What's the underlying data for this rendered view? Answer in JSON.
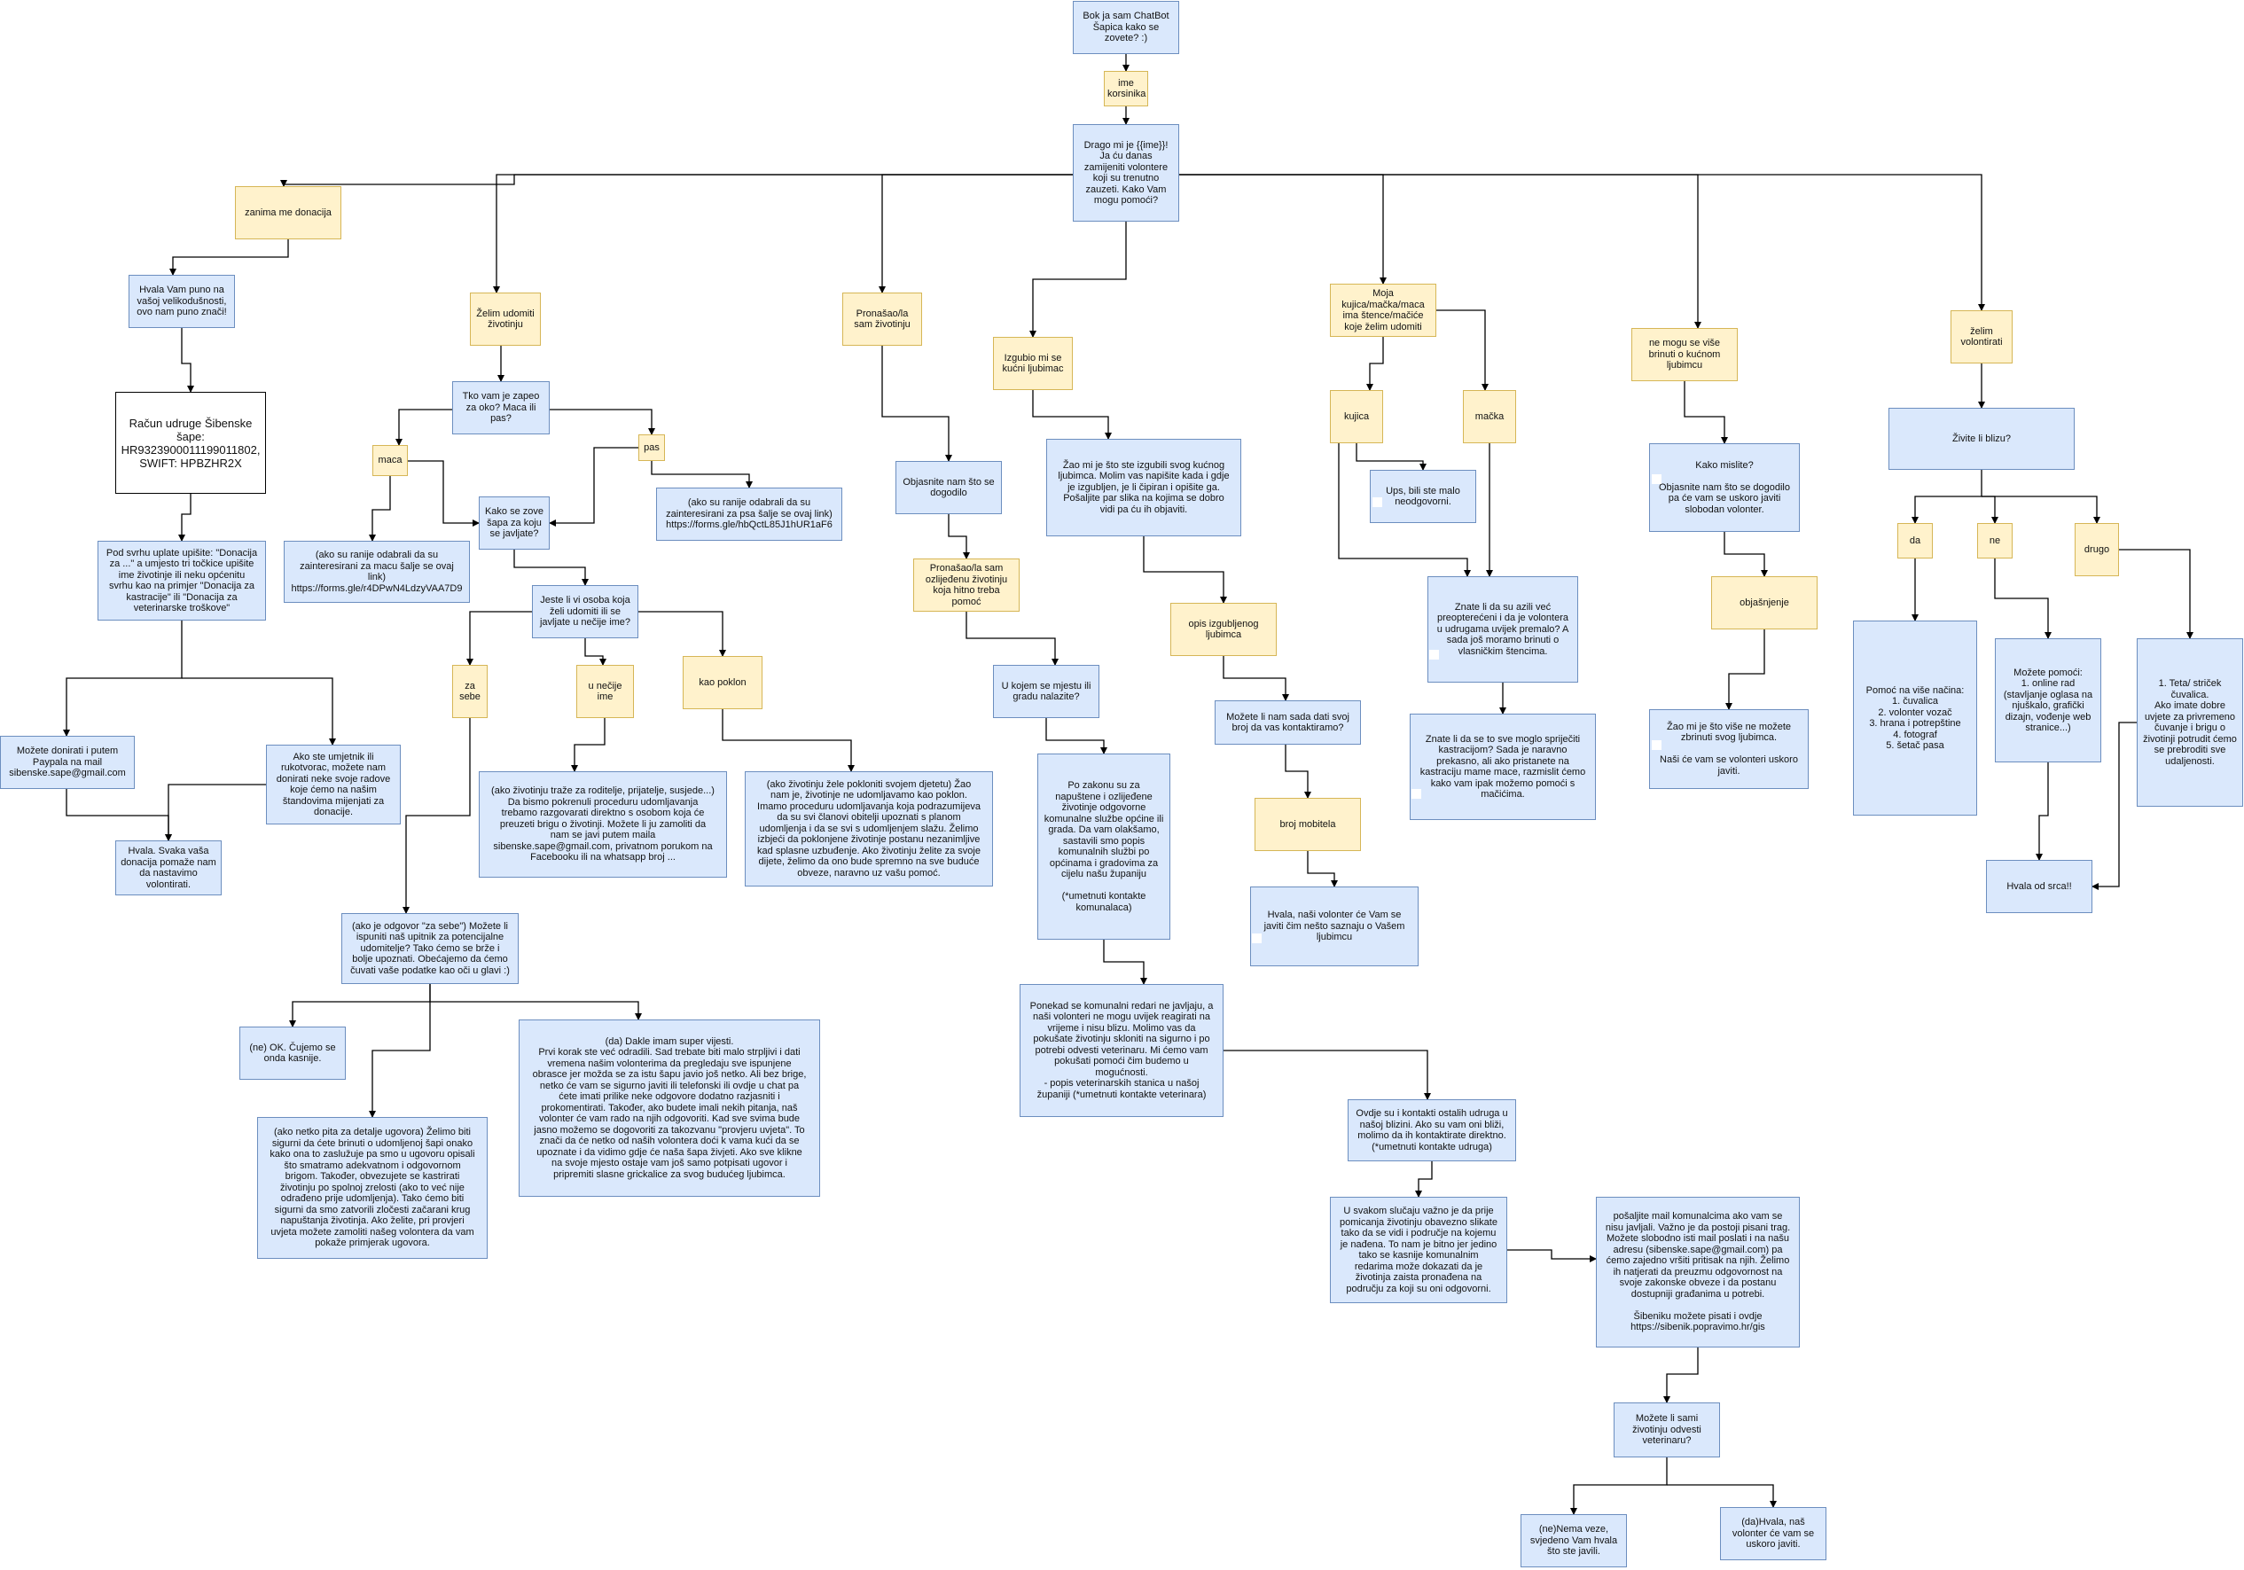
{
  "nodes": {
    "start": "Bok ja sam ChatBot\nŠapica kako se\nzovete? :)",
    "ime": "ime\nkorsinika",
    "drago": "Drago mi je {{ime}}!\nJa ću danas\nzamijeniti volontere\nkoji su trenutno\nzauzeti. Kako Vam\nmogu pomoći?",
    "donacija": "zanima me donacija",
    "hvala_velikodusnost": "Hvala Vam puno na\nvašoj velikodušnosti,\novo nam puno znači!",
    "racun": "Račun udruge Šibenske\nšape:\nHR9323900011199011802,\nSWIFT: HPBZHR2X",
    "svrha": "Pod svrhu uplate upišite: \"Donacija\nza ...\" a umjesto tri točkice upišite\nime životinje ili neku općenitu\nsvrhu kao na primjer \"Donacija za\nkastracije\" ili \"Donacija za\nveterinarske troškove\"",
    "paypal": "Možete donirati i putem\nPaypala na mail\nsibenske.sape@gmail.com",
    "umjetnik": "Ako ste umjetnik ili\nrukotvorac, možete nam\ndonirati neke svoje radove\nkoje ćemo na našim\nštandovima mijenjati za\ndonacije.",
    "hvala_donacija": "Hvala. Svaka vaša\ndonacija pomaže nam\nda nastavimo\nvolontirati.",
    "udomiti": "Želim udomiti\nživotinju",
    "tko_zapeo": "Tko vam je zapeo\nza oko? Maca ili\npas?",
    "maca": "maca",
    "pas": "pas",
    "maca_forms": "(ako su ranije odabrali da su\nzainteresirani za macu šalje se ovaj\nlink)\nhttps://forms.gle/r4DPwN4LdzyVAA7D9",
    "pas_forms": "(ako su ranije odabrali da su\nzainteresirani za psa šalje se ovaj link)\nhttps://forms.gle/hbQctL85J1hUR1aF6",
    "kako_zove": "Kako se zove\nšapa za koju\nse javljate?",
    "jeste_li": "Jeste li vi osoba koja\nželi udomiti ili se\njavljate u nečije ime?",
    "za_sebe": "za\nsebe",
    "u_necije": "u nečije\nime",
    "kao_poklon": "kao poklon",
    "necije_text": "(ako životinju traže za roditelje, prijatelje, susjede...)\nDa bismo pokrenuli proceduru udomljavanja\ntrebamo razgovarati direktno s osobom koja će\npreuzeti brigu o životinji. Možete li ju zamoliti da\nnam se javi putem maila\nsibenske.sape@gmail.com, privatnom porukom na\nFacebooku ili na whatsapp broj ...",
    "poklon_text": "(ako životinju žele pokloniti svojem djetetu) Žao\nnam je, životinje ne udomljavamo kao poklon.\nImamo proceduru udomljavanja koja podrazumijeva\nda su svi članovi obitelji upoznati s planom\nudomljenja i da se svi s udomljenjem slažu. Želimo\nizbjeći da poklonjene životinje postanu nezanimljive\nkad splasne uzbuđenje. Ako životinju želite za svoje\ndijete, želimo da ono bude spremno na sve buduće\nobveze, naravno uz vašu pomoć.",
    "upitnik": "(ako je odgovor \"za sebe\") Možete li\nispuniti naš upitnik za potencijalne\nudomitelje? Tako ćemo se brže i\nbolje upoznati. Obećajemo da ćemo\nčuvati vaše podatke kao oči u glavi :)",
    "ne_ok": "(ne) OK. Čujemo se\nonda kasnije.",
    "detalji_ugovora": "(ako netko pita za detalje ugovora) Želimo biti\nsigurni da ćete brinuti o udomljenoj šapi onako\nkako ona to zaslužuje pa smo u ugovoru opisali\nšto smatramo adekvatnom i odgovornom\nbrigom. Također, obvezujete se kastrirati\nživotinju po spolnoj zrelosti (ako to već nije\nodrađeno prije udomljenja). Tako ćemo biti\nsigurni da smo zatvorili zločesti začarani krug\nnapuštanja životinja. Ako želite, pri provjeri\nuvjeta možete zamoliti našeg volontera da vam\npokaže primjerak ugovora.",
    "da_super": "(da) Dakle imam super vijesti.\nPrvi korak ste već odradili. Sad trebate biti malo strpljivi i dati\nvremena našim volonterima da pregledaju sve ispunjene\nobrasce jer možda se za istu šapu javio još netko. Ali bez brige,\nnetko će vam se sigurno javiti ili telefonski ili ovdje u chat pa\nćete imati prilike neke odgovore dodatno razjasniti i\nprokomentirati. Također, ako budete imali nekih pitanja, naš\nvolonter će vam rado na njih odgovoriti. Kad sve svima bude\njasno možemo se dogovoriti za takozvanu \"provjeru uvjeta\". To\nznači da će netko od naših volontera doći k vama kući da se\nupoznate i da vidimo gdje će naša šapa živjeti. Ako sve klikne\nna svoje mjesto ostaje vam još samo potpisati ugovor i\npripremiti slasne grickalice za svog budućeg ljubimca.",
    "pronasao": "Pronašao/la\nsam životinju",
    "objasnite": "Objasnite nam što se\ndogodilo",
    "ozlijedenu": "Pronašao/la sam\nozlijeđenu životinju\nkoja hitno treba\npomoć",
    "mjesto": "U kojem se mjestu ili\ngradu nalazite?",
    "zakon": "Po zakonu su za\nnapuštene i ozlijeđene\nživotinje odgovorne\nkomunalne službe općine ili\ngrada. Da vam olakšamo,\nsastavili smo popis\nkomunalnih službi po\nopćinama i gradovima za\ncijelu našu županiju\n\n(*umetnuti kontakte\nkomunalaca)",
    "komunalni": "Ponekad se komunalni redari ne javljaju, a\nnaši volonteri ne mogu uvijek reagirati na\nvrijeme i nisu blizu. Molimo vas da\npokušate životinju skloniti na sigurno i po\npotrebi odvesti veterinaru. Mi ćemo vam\npokušati pomoći čim budemo u\nmogućnosti.\n- popis veterinarskih stanica u našoj\nžupaniji (*umetnuti kontakte veterinara)",
    "ostale_udruge": "Ovdje su i kontakti ostalih udruga u\nnašoj blizini. Ako su vam oni bliži,\nmolimo da ih kontaktirate direktno.\n(*umetnuti kontakte udruga)",
    "slikati": "U svakom slučaju važno je da prije\npomicanja životinju obavezno slikate\ntako da se vidi i područje na kojemu\nje nađena. To nam je bitno jer jedino\ntako se kasnije komunalnim\nredarima može dokazati da je\nživotinja zaista pronađena na\npodručju za koji su oni odgovorni.",
    "mail_komunalcima": "pošaljite mail komunalcima ako vam se\nnisu javljali. Važno je da postoji pisani trag.\nMožete slobodno isti mail poslati i na našu\nadresu (sibenske.sape@gmail.com) pa\nćemo zajedno vršiti pritisak na njih. Želimo\nih natjerati da preuzmu odgovornost na\nsvoje zakonske obveze i da postanu\ndostupniji građanima u potrebi.\n\nŠibeniku možete pisati i ovdje\nhttps://sibenik.popravimo.hr/gis",
    "veterinaru": "Možete li sami\nživotinju odvesti\nveterinaru?",
    "ne_nema_veze": "(ne)Nema veze,\nsvjedeno Vam hvala\nšto ste javili.",
    "da_hvala": "(da)Hvala, naš\nvolonter će vam se\nuskoro javiti.",
    "izgubio": "Izgubio mi se\nkućni ljubimac",
    "zao_izgubili": "Žao mi je što ste izgubili svog kućnog\nljubimca. Molim vas napišite kada i gdje\nje izgubljen, je li čipiran i opišite ga.\nPošaljite par slika na kojima se dobro\nvidi pa ću ih objaviti.",
    "opis_ljubimca": "opis izgubljenog\nljubimca",
    "broj_kontakt": "Možete li nam sada dati svoj\nbroj da vas kontaktiramo?",
    "broj_mobitela": "broj mobitela",
    "hvala_javiti": "Hvala, naši volonter će Vam se\njaviti čim nešto saznaju o Vašem\nljubimcu",
    "moja_kujica": "Moja\nkujica/mačka/maca\nima štence/mačiće\nkoje želim udomiti",
    "kujica": "kujica",
    "macka": "mačka",
    "ups": "Ups, bili ste malo\nneodgovorni.",
    "azili": "Znate li da su azili već\npreopterećeni i da je volontera\nu udrugama uvijek premalo? A\nsada još moramo brinuti o\nvlasničkim štencima.",
    "kastracija": "Znate li da se to sve moglo spriječiti\nkastracijom? Sada je naravno\nprekasno, ali ako pristanete na\nkastraciju mame mace, razmislit ćemo\nkako vam ipak možemo pomoći s\nmačićima.",
    "ne_mogu": "ne mogu se više\nbrinuti o kućnom\nljubimcu",
    "kako_mislite": "Kako mislite?\n\nObjasnite nam što se dogodilo\npa će vam se uskoro javiti\nslobodan volonter.",
    "objasnjenje": "objašnjenje",
    "zao_zbrinuti": "Žao mi je što više ne možete\nzbrinuti svog ljubimca.\n\nNaši će vam se volonteri uskoro\njaviti.",
    "volontirati": "želim\nvolontirati",
    "zivite_blizu": "Živite li blizu?",
    "da": "da",
    "ne": "ne",
    "drugo": "drugo",
    "pomoc_nacina": "Pomoć na više načina:\n1. čuvalica\n2. volonter vozač\n3. hrana i potrepštine\n4. fotograf\n5. šetač pasa",
    "online_rad": "Možete pomoći:\n1. online rad\n(stavljanje oglasa na\nnjuškalo, grafički\ndizajn, vođenje web\nstranice...)",
    "hvala_srca": "Hvala od srca!!",
    "teta_striček": "1. Teta/ striček\nčuvalica.\nAko imate dobre\nuvjete za privremeno\nčuvanje i brigu o\nživotinji potrudit ćemo\nse prebroditi sve\nudaljenosti."
  },
  "colors": {
    "blue_fill": "#dae8fc",
    "blue_stroke": "#6c8ebf",
    "yellow_fill": "#fff2cc",
    "yellow_stroke": "#d6b656",
    "edge": "#000000"
  }
}
